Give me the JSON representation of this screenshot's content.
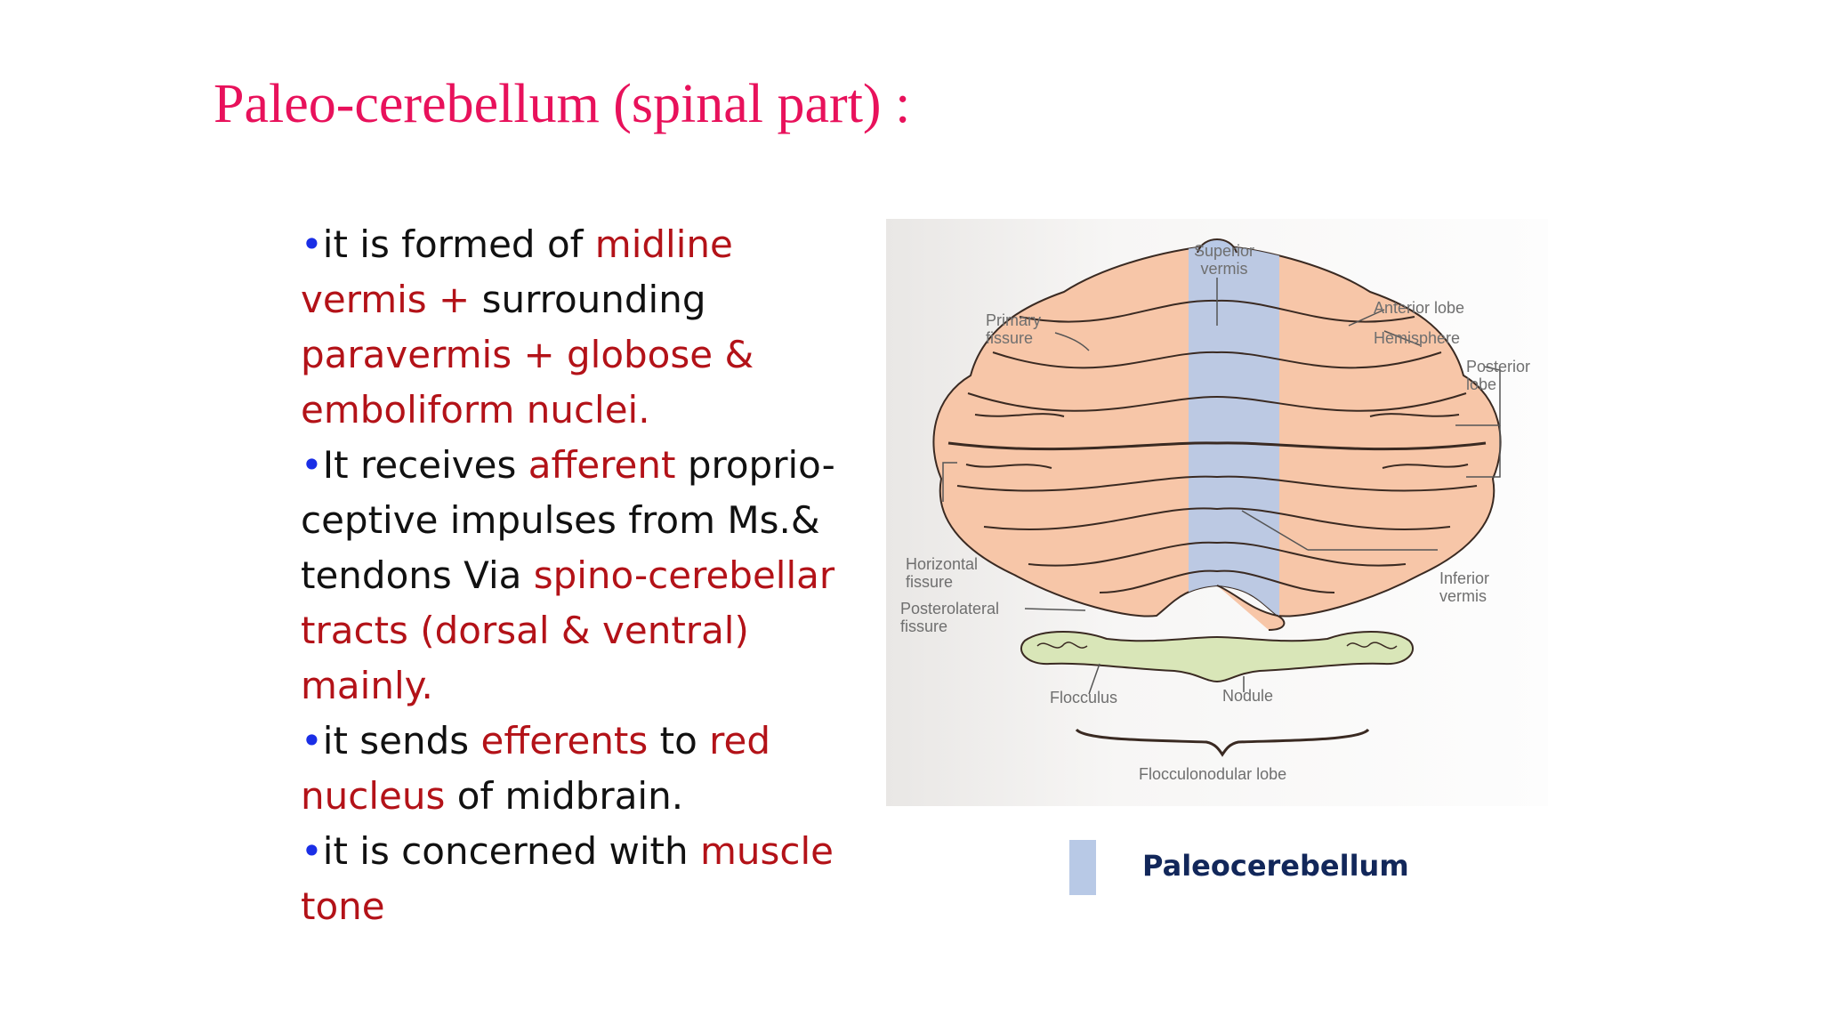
{
  "title": "Paleo-cerebellum (spinal part) :",
  "bullet_glyph": "•",
  "paragraphs": [
    [
      {
        "t": "it is formed of  ",
        "hl": false
      },
      {
        "t": "midline vermis +",
        "hl": true
      },
      {
        "t": " surrounding ",
        "hl": false
      },
      {
        "t": "paravermis + globose & emboliform nuclei.",
        "hl": true
      }
    ],
    [
      {
        "t": "It receives ",
        "hl": false
      },
      {
        "t": "afferent",
        "hl": true
      },
      {
        "t": " proprio-ceptive impulses from Ms.& tendons Via ",
        "hl": false
      },
      {
        "t": "spino-cerebellar tracts (dorsal & ventral) mainly.",
        "hl": true
      }
    ],
    [
      {
        "t": "it sends ",
        "hl": false
      },
      {
        "t": "efferents",
        "hl": true
      },
      {
        "t": " to ",
        "hl": false
      },
      {
        "t": "red nucleus",
        "hl": true
      },
      {
        "t": " of midbrain.",
        "hl": false
      }
    ],
    [
      {
        "t": "it is concerned with ",
        "hl": false
      },
      {
        "t": "muscle tone",
        "hl": true
      }
    ]
  ],
  "figure": {
    "labels": {
      "superior_vermis": "Superior\nvermis",
      "primary_fissure": "Primary\nfissure",
      "anterior_lobe": "Anterior lobe",
      "hemisphere": "Hemisphere",
      "posterior_lobe": "Posterior\nlobe",
      "horizontal_fissure": "Horizontal\nfissure",
      "posterolateral_fissure": "Posterolateral\nfissure",
      "inferior_vermis": "Inferior\nvermis",
      "flocculus": "Flocculus",
      "nodule": "Nodule",
      "flocculonodular_lobe": "Flocculonodular lobe"
    },
    "colors": {
      "cerebellum": "#f7c6a8",
      "vermis_band": "#b8c9e6",
      "flocculonodular": "#d9e6b8"
    }
  },
  "legend": {
    "label": "Paleocerebellum",
    "color": "#b8c9e6"
  }
}
